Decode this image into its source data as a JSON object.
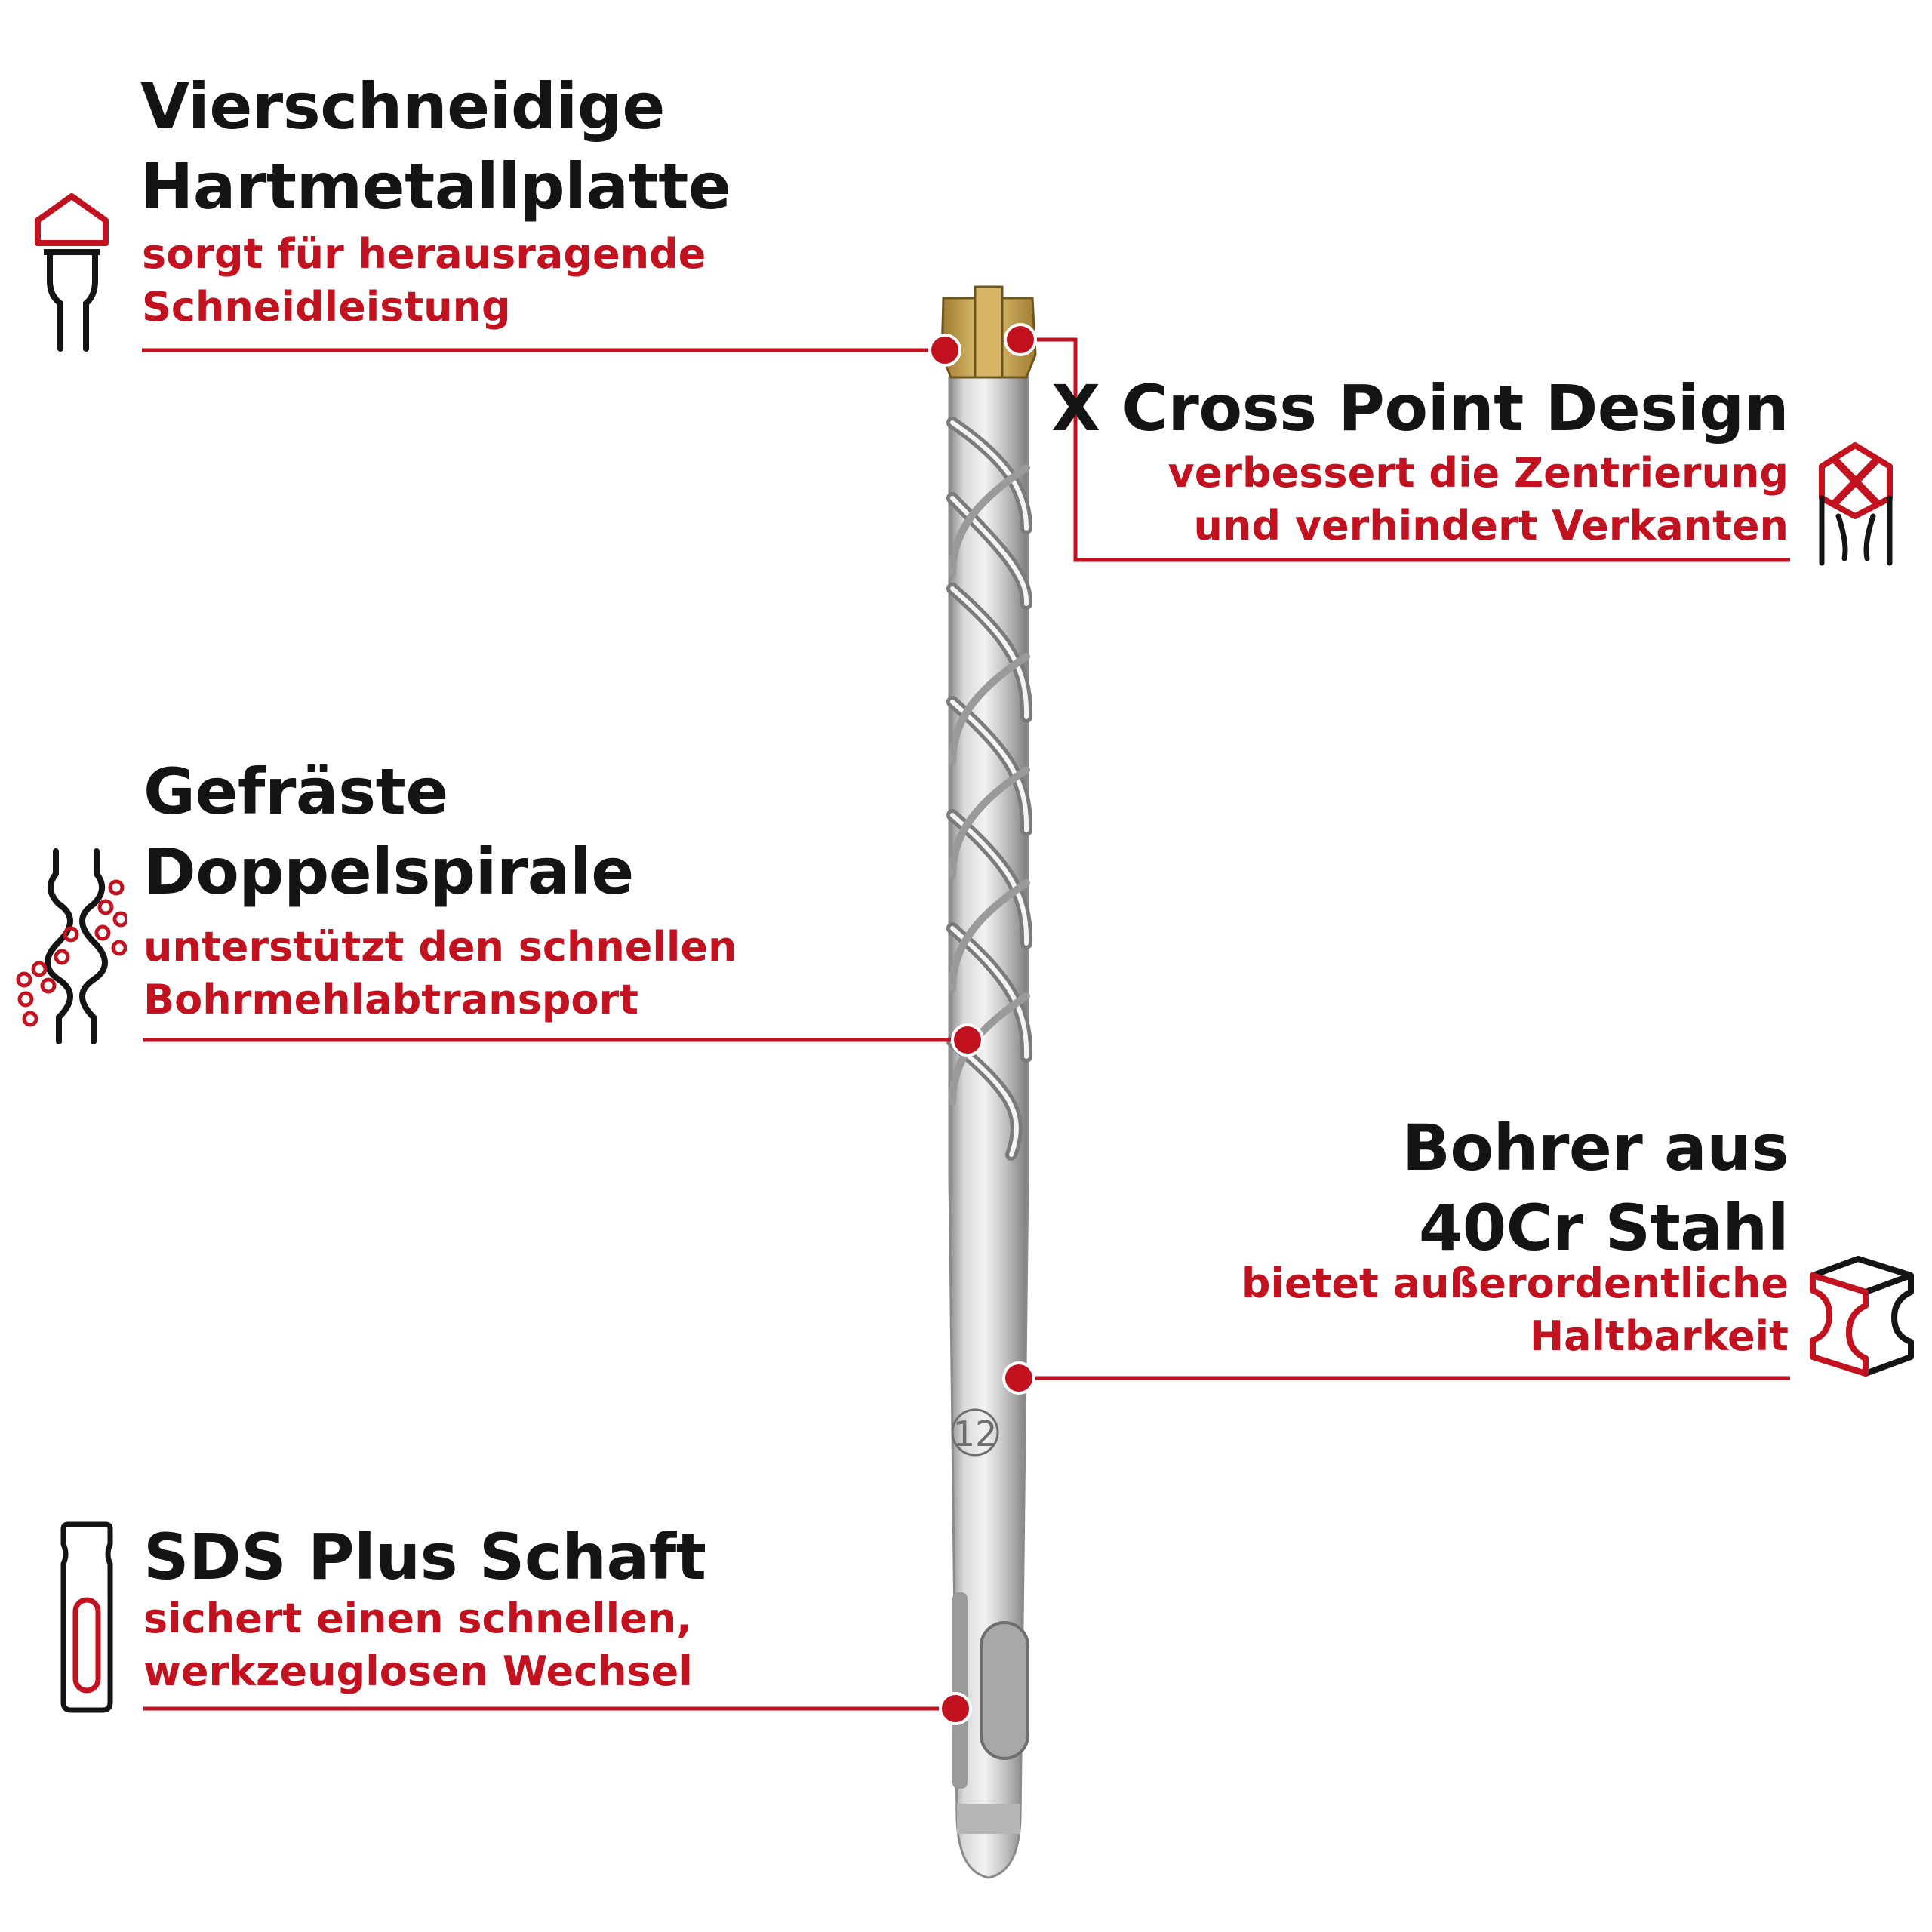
{
  "brand": {
    "accent": "#c3121f",
    "text": "#141414",
    "steel": "#bdbdbd",
    "carbide": "#c9a34a"
  },
  "bit": {
    "size_marking": "12"
  },
  "features": [
    {
      "id": "carbide-plate",
      "title_line1": "Vierschneidige",
      "title_line2": "Hartmetallplatte",
      "sub_line1": "sorgt für herausragende",
      "sub_line2": "Schneidleistung",
      "icon": "carbide-tip-icon"
    },
    {
      "id": "x-cross-point",
      "title_line1": "X Cross Point Design",
      "sub_line1": "verbessert die Zentrierung",
      "sub_line2": "und verhindert Verkanten",
      "icon": "cross-point-tip-icon"
    },
    {
      "id": "double-spiral",
      "title_line1": "Gefräste",
      "title_line2": "Doppelspirale",
      "sub_line1": "unterstützt den schnellen",
      "sub_line2": "Bohrmehlabtransport",
      "icon": "spiral-flute-icon"
    },
    {
      "id": "steel",
      "title_line1": "Bohrer aus",
      "title_line2": "40Cr Stahl",
      "sub_line1": "bietet außerordentliche",
      "sub_line2": "Haltbarkeit",
      "icon": "steel-beam-icon"
    },
    {
      "id": "sds-plus",
      "title_line1": "SDS Plus Schaft",
      "sub_line1": "sichert einen schnellen,",
      "sub_line2": "werkzeuglosen Wechsel",
      "icon": "sds-shank-icon"
    }
  ]
}
